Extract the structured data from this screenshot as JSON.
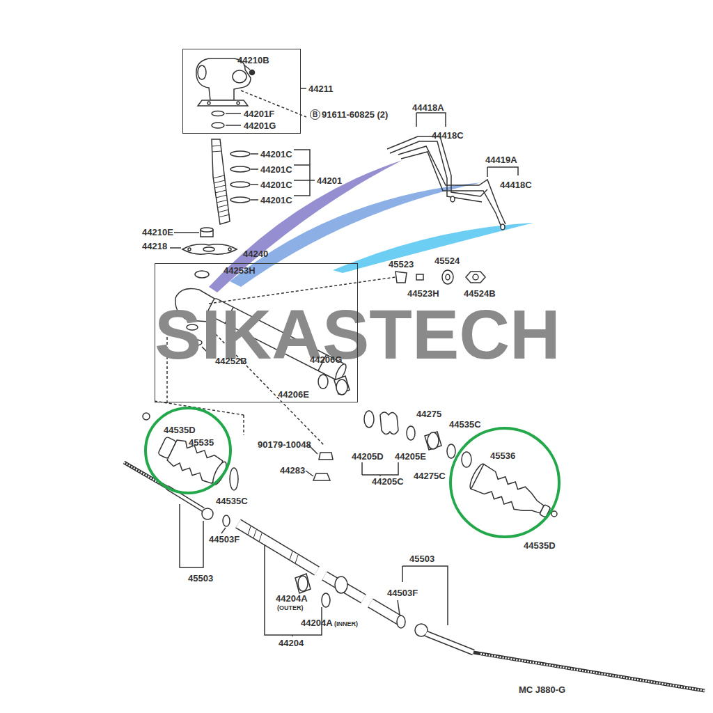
{
  "diagram": {
    "nodes": [
      {
        "text": [
          "44210B",
          "44201F",
          "44201G"
        ]
      },
      {
        "text": [
          "44240",
          "44253H",
          "44252B",
          "44206G",
          "44206E"
        ]
      },
      {
        "text": [
          "44535D",
          "45535"
        ]
      },
      {
        "text": [
          "45536"
        ]
      }
    ],
    "labels": [
      "44211",
      "B",
      "91611-60825 (2)",
      "44418A",
      "44418C",
      "44419A",
      "44418C",
      "44201C",
      "44201C",
      "44201C",
      "44201C",
      "44201",
      "44210E",
      "44218",
      "45523",
      "45524",
      "44523H",
      "44524B",
      "90179-10048",
      "44283",
      "44205D",
      "44205E",
      "44275",
      "44535C",
      "44275C",
      "44205C",
      "44535C",
      "44535D",
      "44503F",
      "45503",
      "45503",
      "44503F",
      "44204A",
      "(OUTER)",
      "44204A",
      "(INNER)",
      "44204",
      "MC J880-G",
      "SIKASTECH"
    ]
  }
}
